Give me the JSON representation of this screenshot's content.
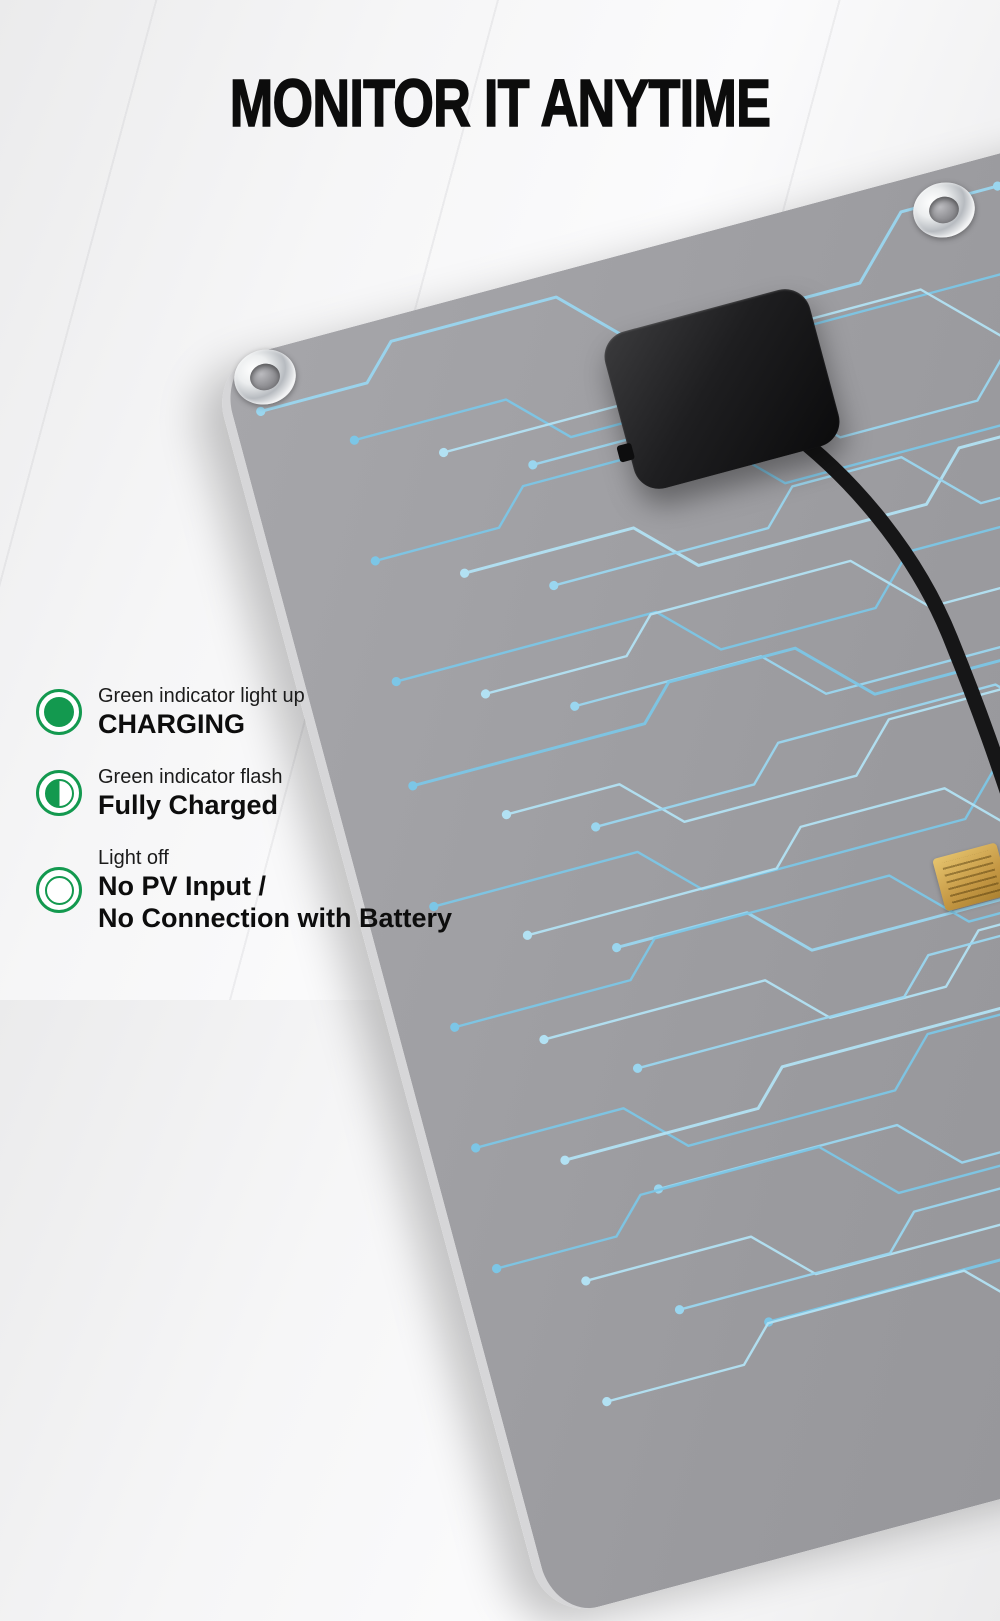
{
  "title": "MONITOR IT ANYTIME",
  "legend": {
    "items": [
      {
        "label": "Green indicator light up",
        "status": "CHARGING",
        "state": "on"
      },
      {
        "label": "Green indicator flash",
        "status": "Fully Charged",
        "state": "flash"
      },
      {
        "label": "Light off",
        "status": "No PV Input /\nNo Connection with Battery",
        "state": "off"
      }
    ]
  },
  "colors": {
    "indicator_green": "#13994f",
    "trace_blue": "#8fd2ee",
    "panel_gray": "#98989c",
    "cable_black": "#161617",
    "label_gold": "#c59844"
  }
}
